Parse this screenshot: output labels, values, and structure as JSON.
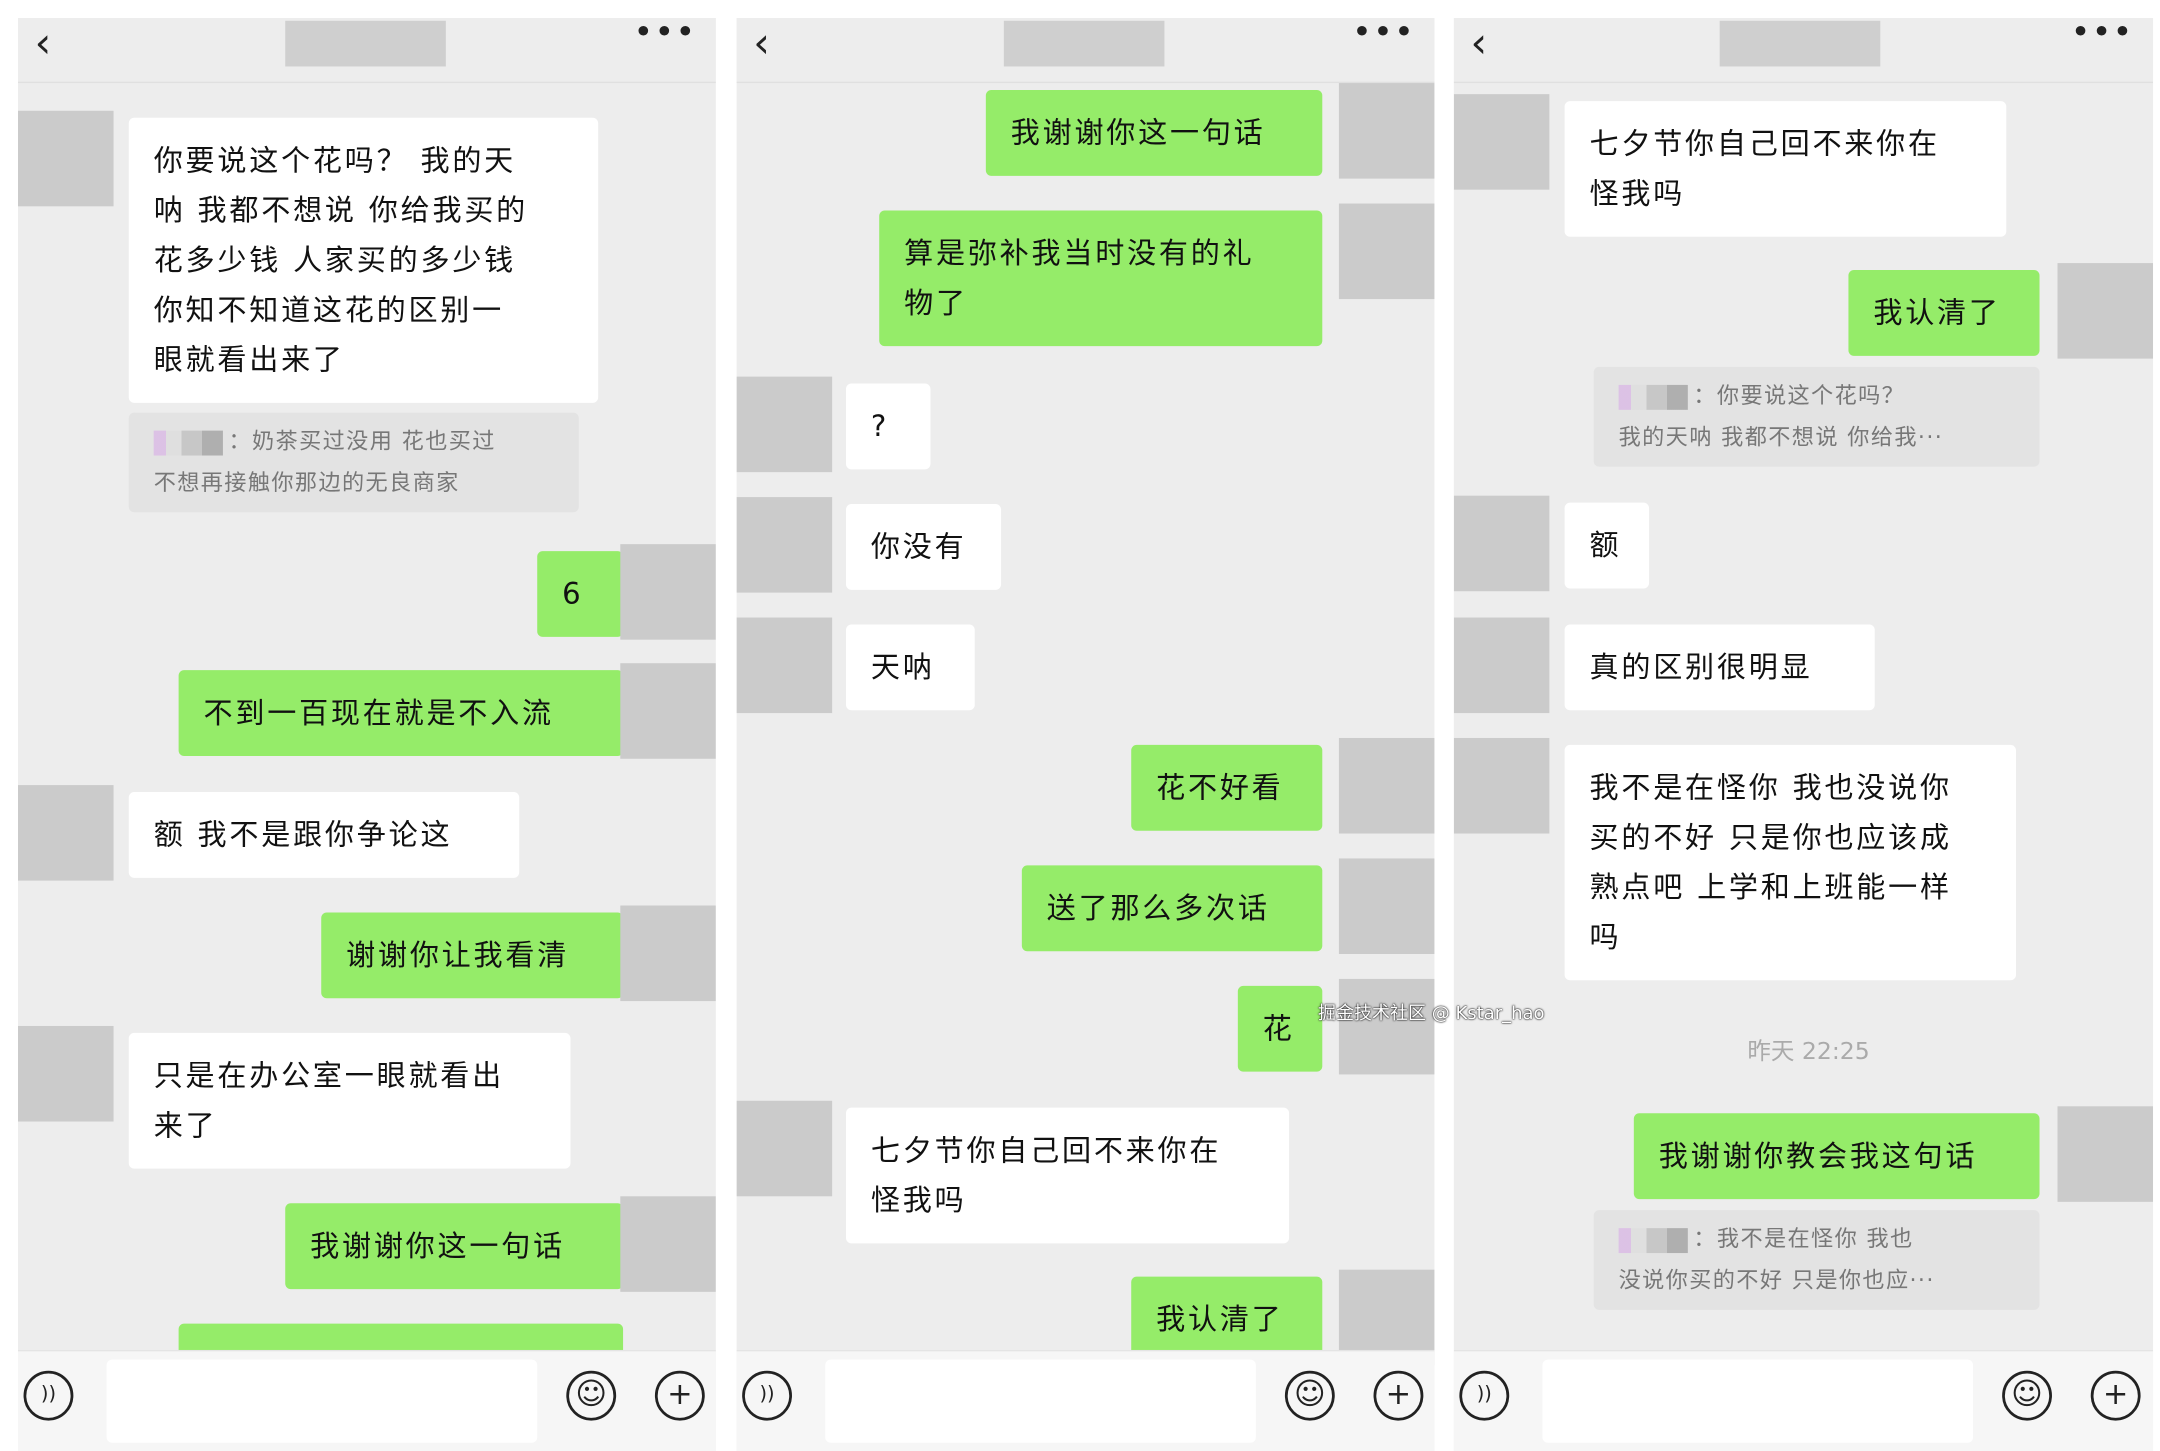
{
  "icons": {
    "back": "chevron-left-icon",
    "more": "more-dots-icon",
    "voice": "voice-icon",
    "emoji": "emoji-icon",
    "plus": "plus-icon"
  },
  "glyphs": {
    "back": "‹",
    "more": "•••",
    "voice": "))",
    "emoji": "☺",
    "plus": "+"
  },
  "colors": {
    "sent_bubble": "#95ec69",
    "received_bubble": "#ffffff",
    "background": "#ededed"
  },
  "panels": [
    {
      "messages": [
        {
          "type": "received",
          "text": "你要说这个花吗？ 我的天\n呐 我都不想说 你给我买的\n花多少钱 人家买的多少钱\n你知不知道这花的区别一\n眼就看出来了"
        },
        {
          "type": "quote",
          "text": "：奶茶买过没用 花也买过\n不想再接触你那边的无良商家"
        },
        {
          "type": "sent",
          "text": "6"
        },
        {
          "type": "sent",
          "text": "不到一百现在就是不入流"
        },
        {
          "type": "received",
          "text": "额 我不是跟你争论这"
        },
        {
          "type": "sent",
          "text": "谢谢你让我看清"
        },
        {
          "type": "received",
          "text": "只是在办公室一眼就看出\n来了"
        },
        {
          "type": "sent",
          "text": "我谢谢你这一句话"
        },
        {
          "type": "sent",
          "text": ""
        }
      ]
    },
    {
      "messages": [
        {
          "type": "sent",
          "text": "我谢谢你这一句话"
        },
        {
          "type": "sent",
          "text": "算是弥补我当时没有的礼\n物了"
        },
        {
          "type": "received",
          "text": "?"
        },
        {
          "type": "received",
          "text": "你没有"
        },
        {
          "type": "received",
          "text": "天呐"
        },
        {
          "type": "sent",
          "text": "花不好看"
        },
        {
          "type": "sent",
          "text": "送了那么多次话"
        },
        {
          "type": "sent",
          "text": "花"
        },
        {
          "type": "received",
          "text": "七夕节你自己回不来你在\n怪我吗"
        },
        {
          "type": "sent",
          "text": "我认清了"
        }
      ]
    },
    {
      "messages": [
        {
          "type": "received",
          "text": "七夕节你自己回不来你在\n怪我吗"
        },
        {
          "type": "sent",
          "text": "我认清了"
        },
        {
          "type": "quote",
          "text": "：你要说这个花吗？\n我的天呐 我都不想说 你给我···"
        },
        {
          "type": "received",
          "text": "额"
        },
        {
          "type": "received",
          "text": "真的区别很明显"
        },
        {
          "type": "received",
          "text": "我不是在怪你 我也没说你\n买的不好 只是你也应该成\n熟点吧 上学和上班能一样\n吗"
        },
        {
          "type": "timestamp",
          "text": "昨天 22:25"
        },
        {
          "type": "sent",
          "text": "我谢谢你教会我这句话"
        },
        {
          "type": "quote",
          "text": "：我不是在怪你 我也\n没说你买的不好 只是你也应···"
        }
      ]
    }
  ],
  "watermark": "掘金技术社区 @ Kstar_hao"
}
